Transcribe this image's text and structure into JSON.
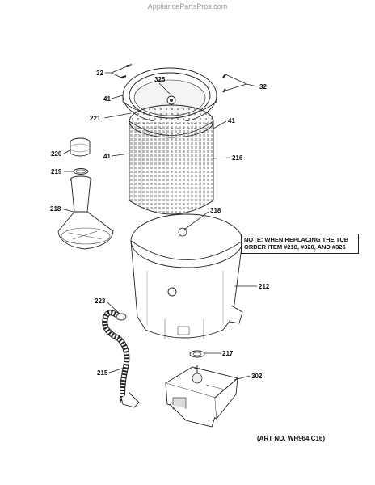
{
  "watermark": "AppliancePartsPros.com",
  "note": "NOTE: WHEN REPLACING THE TUB ORDER ITEM #218, #320, AND #325",
  "art_no": "(ART NO. WH964 C16)",
  "callouts": {
    "c32a": "32",
    "c32b": "32",
    "c325": "325",
    "c41a": "41",
    "c221": "221",
    "c41b": "41",
    "c220": "220",
    "c41c": "41",
    "c216": "216",
    "c219": "219",
    "c218": "218",
    "c318": "318",
    "c212": "212",
    "c223": "223",
    "c217": "217",
    "c215": "215",
    "c302": "302"
  }
}
